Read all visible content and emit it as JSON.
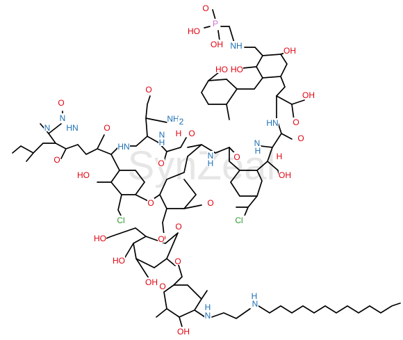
{
  "figure": {
    "type": "chemical-structure",
    "watermark": "SynZeal",
    "colors": {
      "bond": "#000000",
      "oxygen": "#e0000e",
      "nitrogen": "#1a6fb5",
      "chlorine": "#2e9a2e",
      "phosphorus": "#d06fd0",
      "watermark": "#d8d8d8",
      "background": "#ffffff"
    }
  },
  "atoms": [
    {
      "id": "o-p1",
      "text": "O",
      "el": "O"
    },
    {
      "id": "p",
      "text": "P",
      "el": "P"
    },
    {
      "id": "ho-p1",
      "text": "HO",
      "el": "O"
    },
    {
      "id": "oh-p2",
      "text": "OH",
      "el": "O"
    },
    {
      "id": "nh-p",
      "text": "NH",
      "el": "N"
    },
    {
      "id": "oh-r1",
      "text": "OH",
      "el": "O"
    },
    {
      "id": "ho-r1",
      "text": "HO",
      "el": "O"
    },
    {
      "id": "ho-r2",
      "text": "HO",
      "el": "O"
    },
    {
      "id": "oh-acid",
      "text": "OH",
      "el": "O"
    },
    {
      "id": "o-acid",
      "text": "O",
      "el": "O"
    },
    {
      "id": "o-nitroso",
      "text": "O",
      "el": "O"
    },
    {
      "id": "n-nitroso",
      "text": "N",
      "el": "N"
    },
    {
      "id": "n-methyl",
      "text": "N",
      "el": "N"
    },
    {
      "id": "o-amide1",
      "text": "O",
      "el": "O"
    },
    {
      "id": "o-amide2",
      "text": "O",
      "el": "O"
    },
    {
      "id": "nh2",
      "text": "NH",
      "el": "N"
    },
    {
      "id": "nh2-sub",
      "text": "2",
      "el": "N"
    },
    {
      "id": "hn-1",
      "text": "HN",
      "el": "N"
    },
    {
      "id": "hn-2",
      "text": "HN",
      "el": "N"
    },
    {
      "id": "o-3",
      "text": "O",
      "el": "O"
    },
    {
      "id": "o-4",
      "text": "O",
      "el": "O"
    },
    {
      "id": "n-h1",
      "text": "N",
      "el": "N"
    },
    {
      "id": "h-1",
      "text": "H",
      "el": "N"
    },
    {
      "id": "n-h2",
      "text": "N",
      "el": "N"
    },
    {
      "id": "h-2",
      "text": "H",
      "el": "N"
    },
    {
      "id": "o-5",
      "text": "O",
      "el": "O"
    },
    {
      "id": "hn-3",
      "text": "HN",
      "el": "N"
    },
    {
      "id": "o-6",
      "text": "O",
      "el": "O"
    },
    {
      "id": "nh-4",
      "text": "N",
      "el": "N"
    },
    {
      "id": "h-3",
      "text": "H",
      "el": "N"
    },
    {
      "id": "o-7",
      "text": "O",
      "el": "O"
    },
    {
      "id": "o-8",
      "text": "O",
      "el": "O"
    },
    {
      "id": "o-9",
      "text": "O",
      "el": "O"
    },
    {
      "id": "ho-2",
      "text": "HO",
      "el": "O"
    },
    {
      "id": "oh-3",
      "text": "OH",
      "el": "O"
    },
    {
      "id": "cl-1",
      "text": "Cl",
      "el": "Cl"
    },
    {
      "id": "cl-2",
      "text": "Cl",
      "el": "Cl"
    },
    {
      "id": "o-10",
      "text": "O",
      "el": "O"
    },
    {
      "id": "o-11",
      "text": "O",
      "el": "O"
    },
    {
      "id": "ho-4",
      "text": "HO",
      "el": "O"
    },
    {
      "id": "o-12",
      "text": "O",
      "el": "O"
    },
    {
      "id": "ho-5",
      "text": "HO",
      "el": "O"
    },
    {
      "id": "oh-6",
      "text": "OH",
      "el": "O"
    },
    {
      "id": "o-13",
      "text": "O",
      "el": "O"
    },
    {
      "id": "o-14",
      "text": "O",
      "el": "O"
    },
    {
      "id": "nh-5",
      "text": "N",
      "el": "N"
    },
    {
      "id": "h-4",
      "text": "H",
      "el": "N"
    },
    {
      "id": "nh-6",
      "text": "N",
      "el": "N"
    },
    {
      "id": "h-5",
      "text": "H",
      "el": "N"
    },
    {
      "id": "oh-7",
      "text": "OH",
      "el": "O"
    },
    {
      "id": "h-6",
      "text": "H",
      "el": "O"
    },
    {
      "id": "h-7",
      "text": "H",
      "el": "O"
    }
  ]
}
